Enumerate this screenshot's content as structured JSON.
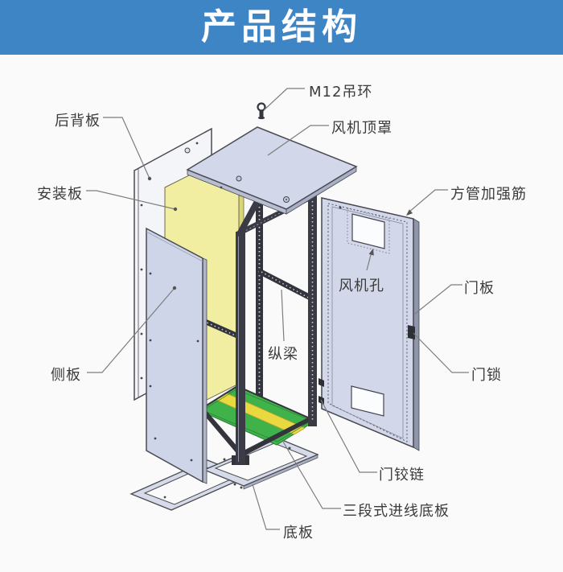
{
  "banner": {
    "title": "产品结构",
    "bg_color": "#3e85c6",
    "text_color": "#ffffff"
  },
  "diagram": {
    "description": "exploded-view-cabinet-structure",
    "labels": [
      {
        "id": "rear-back-panel",
        "text": "后背板"
      },
      {
        "id": "mounting-plate",
        "text": "安装板"
      },
      {
        "id": "side-panel",
        "text": "侧板"
      },
      {
        "id": "m12-lifting-ring",
        "text": "M12吊环"
      },
      {
        "id": "fan-top-cover",
        "text": "风机顶罩"
      },
      {
        "id": "square-tube-rib",
        "text": "方管加强筋"
      },
      {
        "id": "fan-hole",
        "text": "风机孔"
      },
      {
        "id": "door-panel",
        "text": "门板"
      },
      {
        "id": "door-lock",
        "text": "门锁"
      },
      {
        "id": "longitudinal-beam",
        "text": "纵梁"
      },
      {
        "id": "door-hinge",
        "text": "门铰链"
      },
      {
        "id": "three-section-entry-bottom",
        "text": "三段式进线底板"
      },
      {
        "id": "bottom-plate",
        "text": "底板"
      }
    ],
    "colors": {
      "panel": "#cfd5e8",
      "panel_white": "#f4f5f9",
      "mounting_plate_yellow": "#f1eea2",
      "bottom_green": "#3fb24a",
      "stripe_yellow": "#e9d83f",
      "frame_dark": "#33343c",
      "outline": "#4a4a52",
      "leader": "#7d7d7d"
    }
  }
}
